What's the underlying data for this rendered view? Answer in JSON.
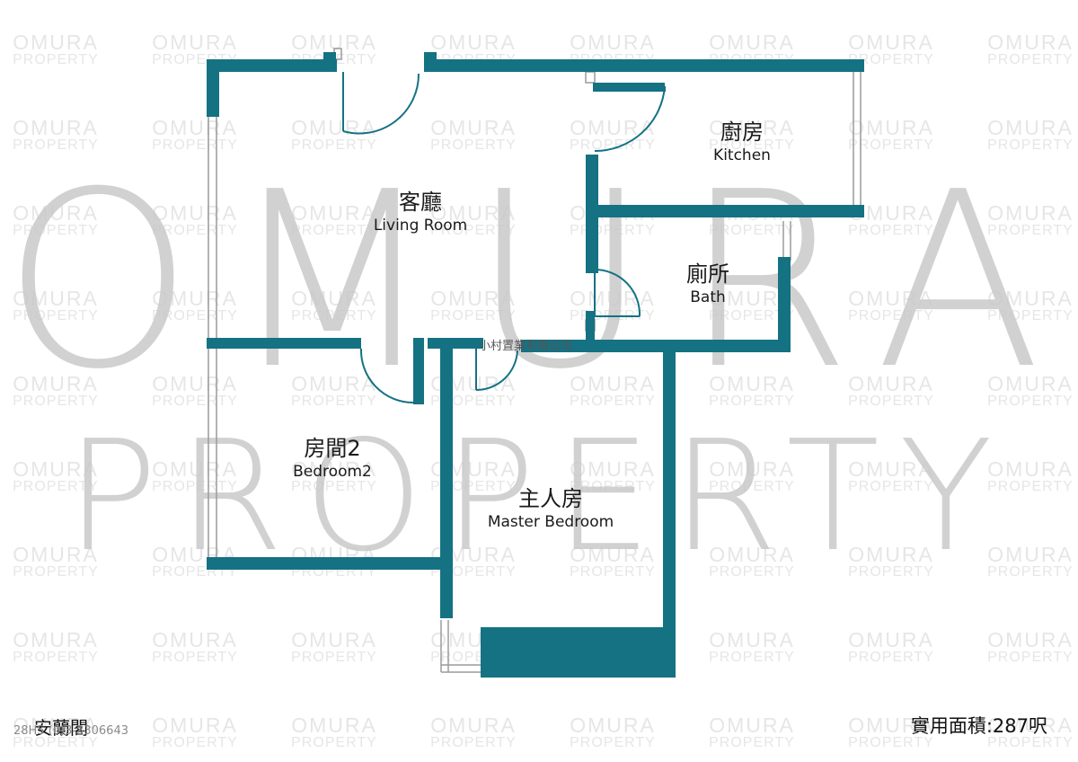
{
  "watermark": {
    "line1": "OMURA",
    "line2": "PROPERTY",
    "big_line1": "OMURA",
    "big_line2": "PROPERTY"
  },
  "colors": {
    "wall": "#147283",
    "window": "#9a9a9a",
    "watermark_light": "#e6e6e6",
    "watermark_big": "#c9c9c9"
  },
  "rooms": {
    "kitchen": {
      "zh": "廚房",
      "en": "Kitchen"
    },
    "living": {
      "zh": "客廳",
      "en": "Living Room"
    },
    "bath": {
      "zh": "廁所",
      "en": "Bath"
    },
    "bedroom2": {
      "zh": "房間2",
      "en": "Bedroom2"
    },
    "master": {
      "zh": "主人房",
      "en": "Master Bedroom"
    }
  },
  "company": "小村置業有限公司",
  "footer": {
    "building": "安蘭閣",
    "ref": "28H5 (0)3-3306643",
    "area": "實用面積:287呎"
  }
}
